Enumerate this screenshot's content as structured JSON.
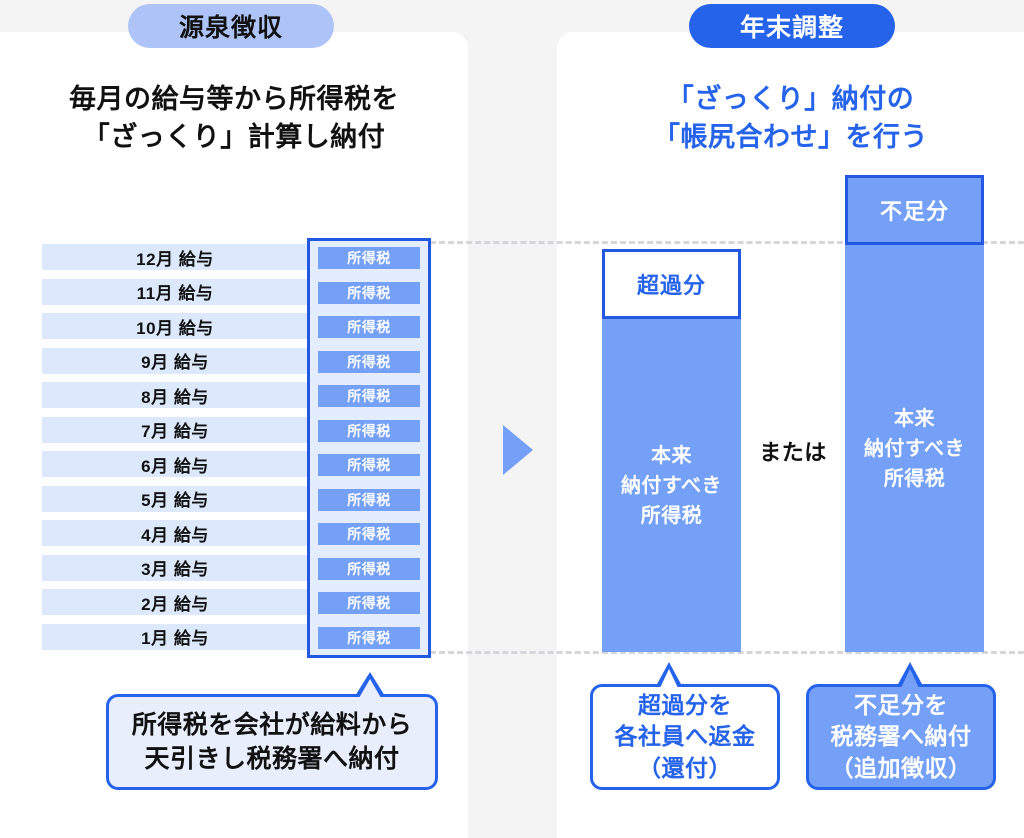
{
  "background_color": "#f4f4f5",
  "accent_colors": {
    "brand_blue": "#2563eb",
    "bar_blue": "#74a0f7",
    "pill_light_blue": "#aec4f8",
    "row_light_blue": "#dce8fb",
    "column_bg_blue": "#e4edfd",
    "callout_bg_blue": "#e8eefc",
    "dashed_gray": "#d6d6da"
  },
  "left_panel": {
    "badge_label": "源泉徴収",
    "heading": "毎月の給与等から所得税を\n「ざっくり」計算し納付",
    "month_rows": [
      {
        "label": "12月 給与",
        "tax_label": "所得税"
      },
      {
        "label": "11月 給与",
        "tax_label": "所得税"
      },
      {
        "label": "10月 給与",
        "tax_label": "所得税"
      },
      {
        "label": "9月 給与",
        "tax_label": "所得税"
      },
      {
        "label": "8月 給与",
        "tax_label": "所得税"
      },
      {
        "label": "7月 給与",
        "tax_label": "所得税"
      },
      {
        "label": "6月 給与",
        "tax_label": "所得税"
      },
      {
        "label": "5月 給与",
        "tax_label": "所得税"
      },
      {
        "label": "4月 給与",
        "tax_label": "所得税"
      },
      {
        "label": "3月 給与",
        "tax_label": "所得税"
      },
      {
        "label": "2月 給与",
        "tax_label": "所得税"
      },
      {
        "label": "1月 給与",
        "tax_label": "所得税"
      }
    ],
    "callout": "所得税を会社が給料から\n天引きし税務署へ納付"
  },
  "center": {
    "arrow_icon": "triangle-right-icon"
  },
  "right_panel": {
    "badge_label": "年末調整",
    "heading": "「ざっくり」納付の\n「帳尻合わせ」を行う",
    "or_label": "または",
    "bars": [
      {
        "cap_label": "超過分",
        "body_label": "本来\n納付すべき\n所得税",
        "callout": "超過分を\n各社員へ返金\n（還付）"
      },
      {
        "cap_label": "不足分",
        "body_label": "本来\n納付すべき\n所得税",
        "callout": "不足分を\n税務署へ納付\n（追加徴収）"
      }
    ]
  }
}
